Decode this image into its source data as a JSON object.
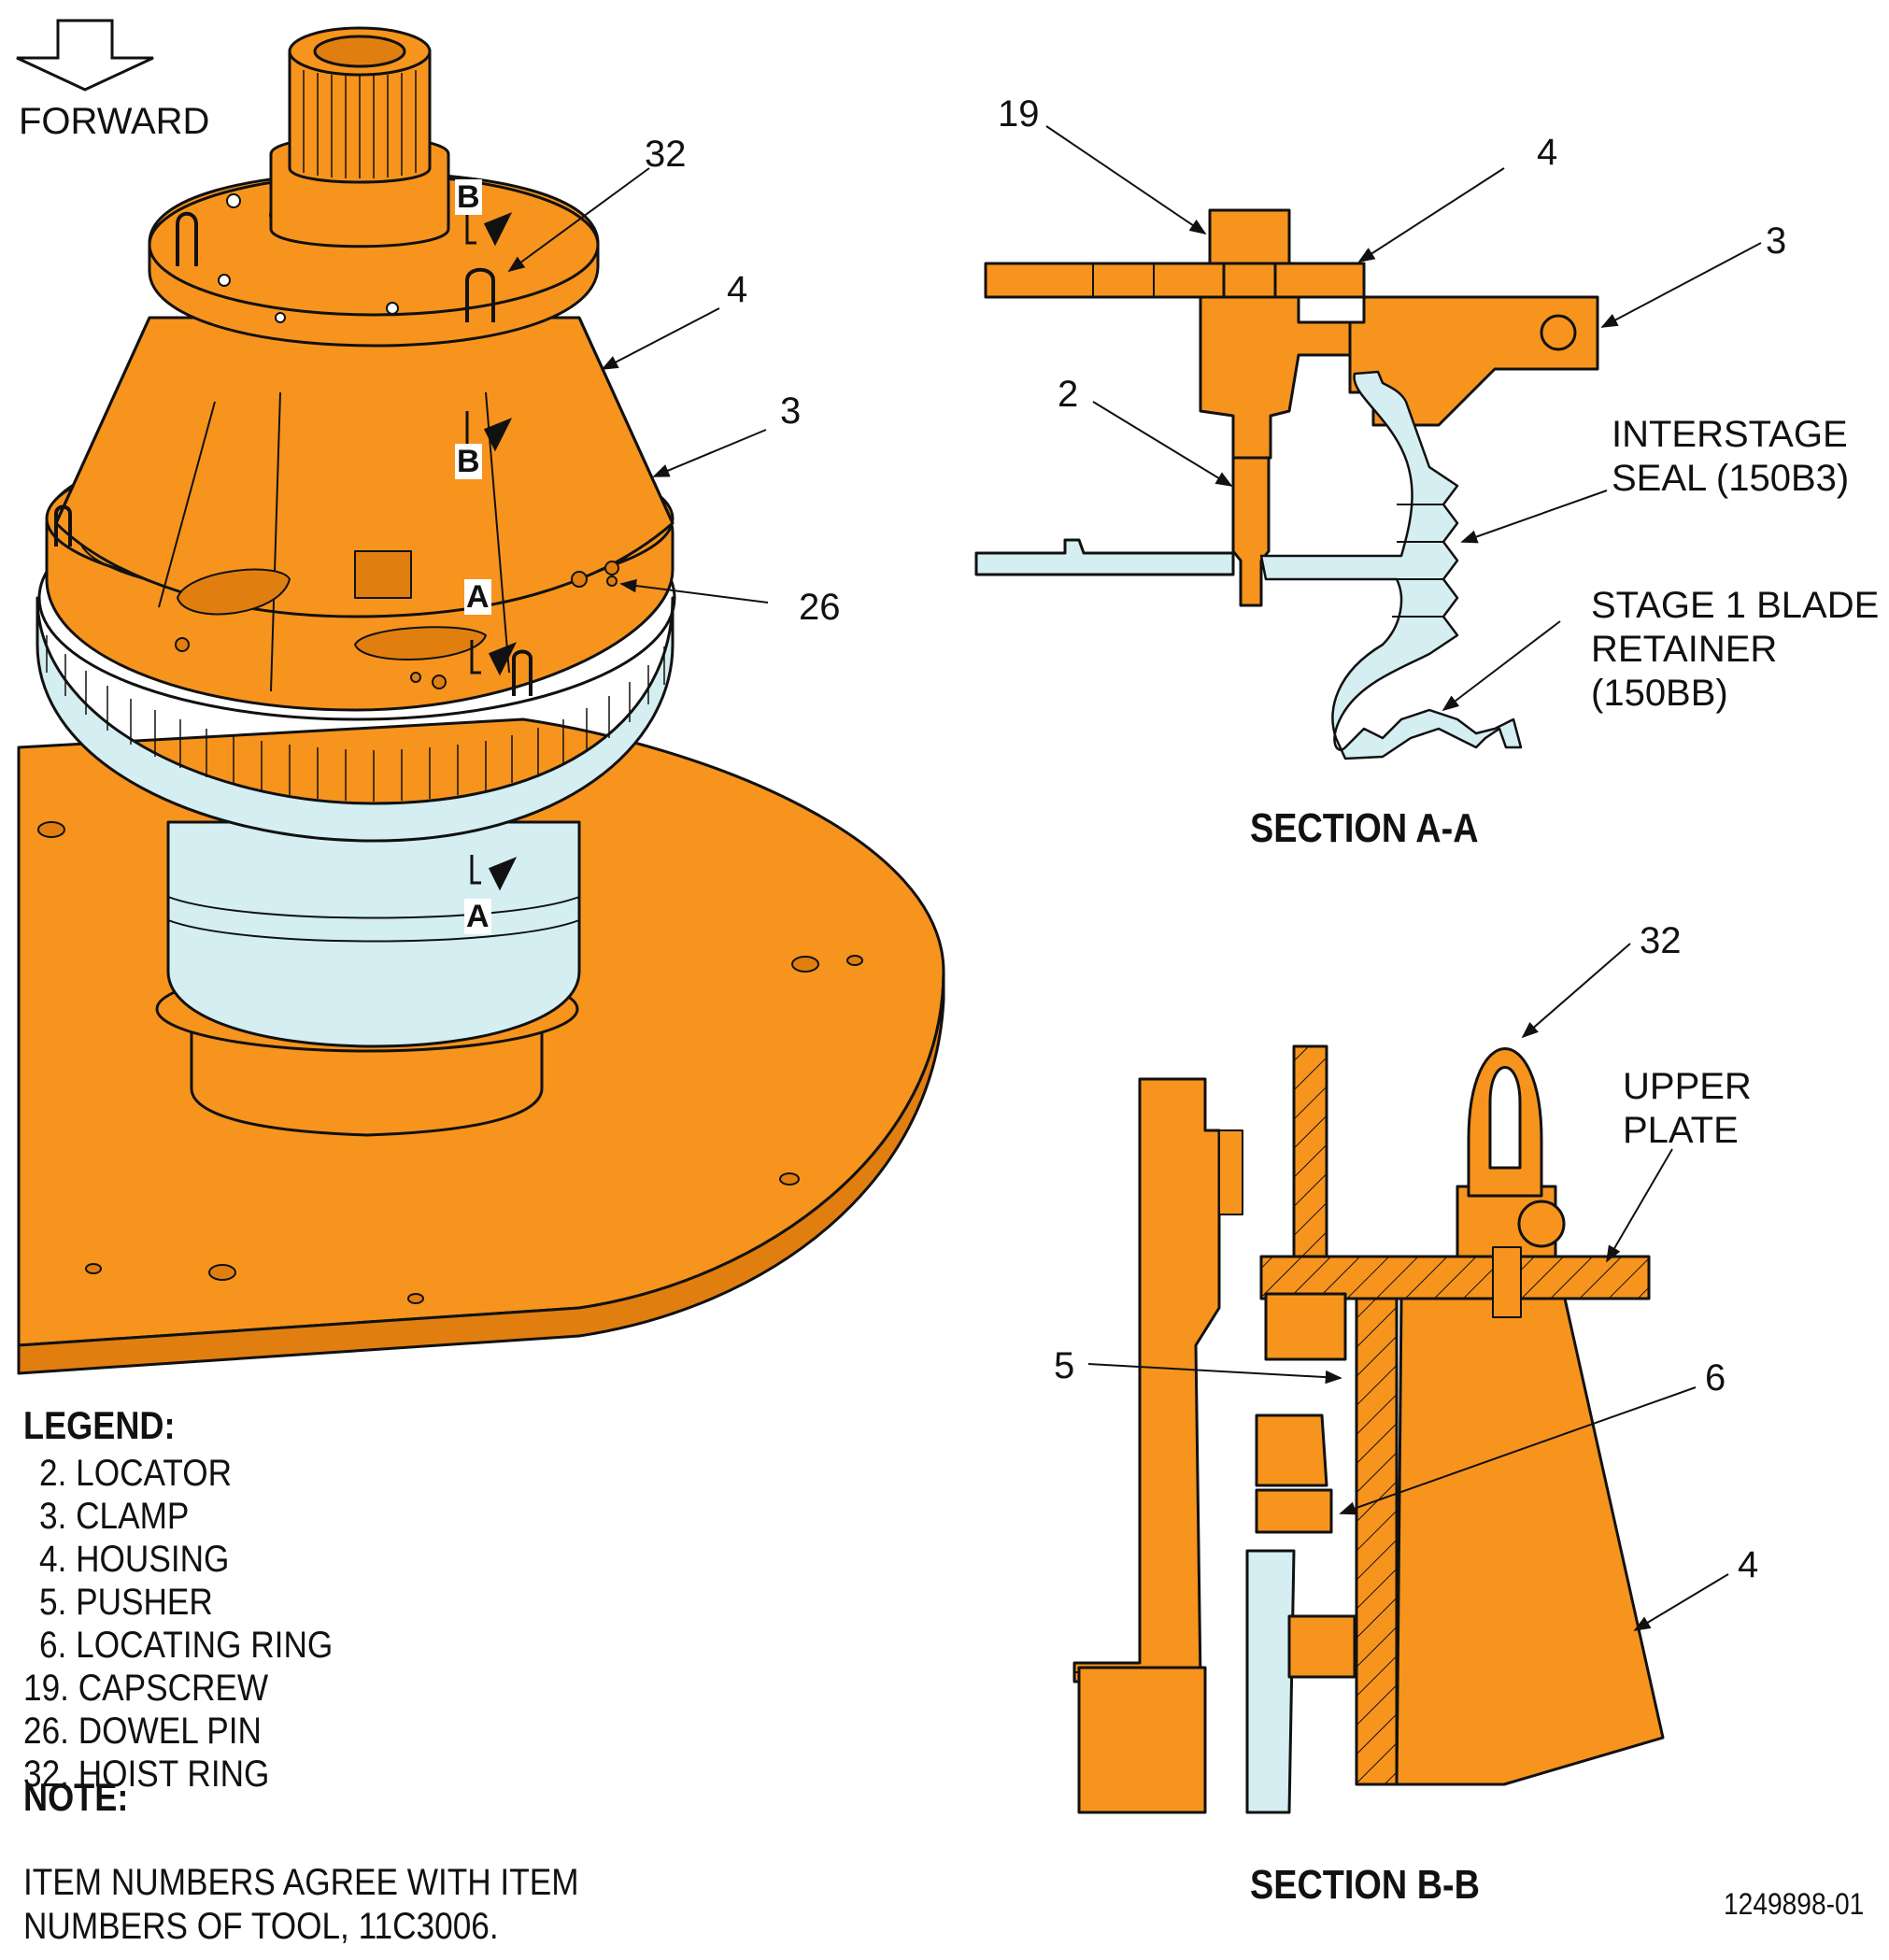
{
  "orientation": {
    "label": "FORWARD",
    "icon": "down-arrow-icon"
  },
  "main_view": {
    "callouts": [
      "32",
      "4",
      "3",
      "26"
    ],
    "section_marks": [
      "B",
      "B",
      "A",
      "A"
    ]
  },
  "section_aa": {
    "title": "SECTION A-A",
    "callouts": [
      "19",
      "4",
      "3",
      "2"
    ],
    "labels": [
      {
        "lines": [
          "INTERSTAGE",
          "SEAL (150B3)"
        ]
      },
      {
        "lines": [
          "STAGE 1 BLADE",
          "RETAINER",
          "(150BB)"
        ]
      }
    ]
  },
  "section_bb": {
    "title": "SECTION B-B",
    "callouts": [
      "32",
      "5",
      "6",
      "4"
    ],
    "labels": [
      {
        "lines": [
          "UPPER",
          "PLATE"
        ]
      }
    ]
  },
  "legend": {
    "title": "LEGEND:",
    "items": [
      "2. LOCATOR",
      "3. CLAMP",
      "4. HOUSING",
      "5. PUSHER",
      "6. LOCATING RING",
      "19. CAPSCREW",
      "26. DOWEL PIN",
      "32. HOIST RING"
    ]
  },
  "note": {
    "title": "NOTE:",
    "lines": [
      "ITEM NUMBERS AGREE WITH ITEM",
      "NUMBERS OF TOOL, 11C3006."
    ]
  },
  "figure_id": "1249898-01",
  "colors": {
    "tool": "#F7941D",
    "part": "#D4EEF2",
    "line": "#111111"
  }
}
